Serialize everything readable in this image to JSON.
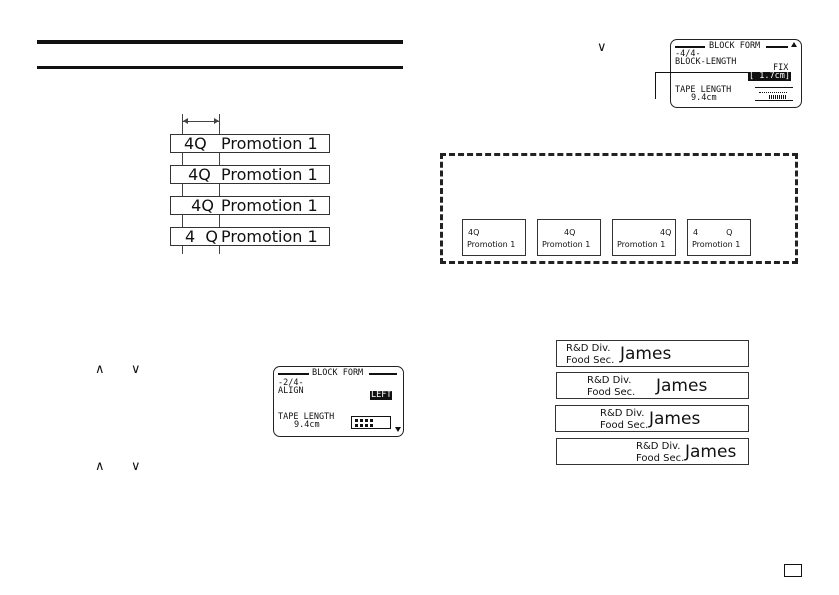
{
  "tape_alignment_examples": [
    {
      "q": "4Q",
      "text": "Promotion 1"
    },
    {
      "q": " 4Q",
      "text": "Promotion 1"
    },
    {
      "q": "  4Q",
      "text": "Promotion 1"
    },
    {
      "q": "4  Q",
      "text": "Promotion 1"
    }
  ],
  "screen_align": {
    "title": "BLOCK FORM",
    "page": "-2/4-",
    "setting": "ALIGN",
    "value": "LEFT",
    "tape_length_label": "TAPE LENGTH",
    "tape_length_value": "9.4cm",
    "scroll_icon": "triangle-down-icon"
  },
  "screen_block_length": {
    "title": "BLOCK FORM",
    "page": "-4/4-",
    "setting": "BLOCK-LENGTH",
    "mode": "FIX",
    "value": "[ 1.7cm]",
    "tape_length_label": "TAPE LENGTH",
    "tape_length_value": "9.4cm",
    "scroll_icon": "triangle-up-icon"
  },
  "keys": {
    "up": "∧",
    "down": "∨"
  },
  "dashed_samples": [
    {
      "line1": "4Q",
      "line2": "Promotion 1",
      "align": "left"
    },
    {
      "line1": "4Q",
      "line2": "Promotion 1",
      "align": "center"
    },
    {
      "line1": "4Q",
      "line2": "Promotion 1",
      "align": "right"
    },
    {
      "line1": "4           Q",
      "line2": "Promotion 1",
      "align": "justify"
    }
  ],
  "name_labels": [
    {
      "line1": "R&D Div.",
      "line2": "Food Sec.",
      "name": "James"
    },
    {
      "line1": "R&D Div.",
      "line2": "Food Sec.",
      "name": "James"
    },
    {
      "line1": "R&D Div.",
      "line2": "Food Sec.",
      "name": "James"
    },
    {
      "line1": "R&D Div.",
      "line2": "Food Sec.",
      "name": "James"
    }
  ]
}
